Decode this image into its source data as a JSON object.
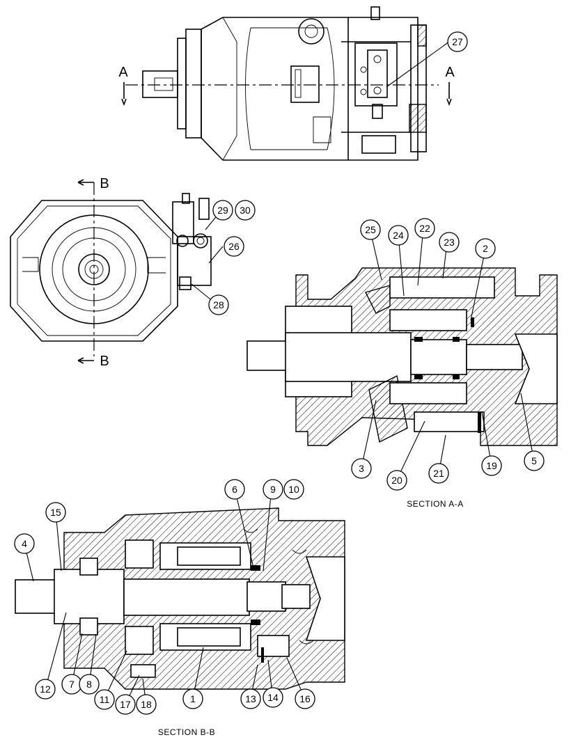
{
  "section_markers": {
    "a_left": "A",
    "a_right": "A",
    "b_top": "B",
    "b_bottom": "B"
  },
  "captions": {
    "section_aa": "SECTION  A-A",
    "section_bb": "SECTION B-B"
  },
  "callouts": {
    "c1": "1",
    "c2": "2",
    "c3": "3",
    "c4": "4",
    "c5": "5",
    "c6": "6",
    "c7": "7",
    "c8": "8",
    "c9": "9",
    "c10": "10",
    "c11": "11",
    "c12": "12",
    "c13": "13",
    "c14": "14",
    "c15": "15",
    "c16": "16",
    "c17": "17",
    "c18": "18",
    "c19": "19",
    "c20": "20",
    "c21": "21",
    "c22": "22",
    "c23": "23",
    "c24": "24",
    "c25": "25",
    "c26": "26",
    "c27": "27",
    "c28": "28",
    "c29": "29",
    "c30": "30"
  }
}
